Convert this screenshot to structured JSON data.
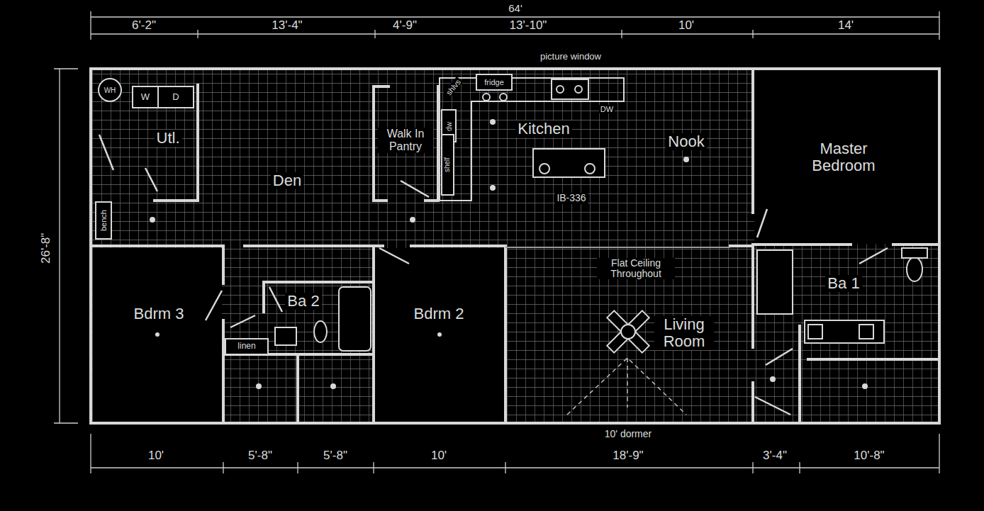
{
  "diagram": {
    "nodes": [
      {
        "text": [
          "Utl."
        ]
      },
      {
        "text": [
          "Den"
        ]
      },
      {
        "text": [
          "Walk In Pantry"
        ]
      },
      {
        "text": [
          "Kitchen"
        ]
      },
      {
        "text": [
          "Nook"
        ]
      },
      {
        "text": [
          "Master Bedroom"
        ]
      },
      {
        "text": [
          "Bdrm 3"
        ]
      },
      {
        "text": [
          "Ba 2"
        ]
      },
      {
        "text": [
          "Bdrm 2"
        ]
      },
      {
        "text": [
          "Living Room"
        ]
      },
      {
        "text": [
          "Ba 1"
        ]
      }
    ],
    "labels": [
      "64'",
      "6'-2\"",
      "13'-4\"",
      "4'-9\"",
      "13'-10\"",
      "10'",
      "14'",
      "picture window",
      "26'-8\"",
      "WH",
      "W",
      "D",
      "shlvs",
      "fridge",
      "dw",
      "shelf",
      "DW",
      "IB-336",
      "bench",
      "Flat Ceiling Throughout",
      "linen",
      "10' dormer",
      "10'",
      "5'-8\"",
      "5'-8\"",
      "10'",
      "18'-9\"",
      "3'-4\"",
      "10'-8\""
    ]
  }
}
